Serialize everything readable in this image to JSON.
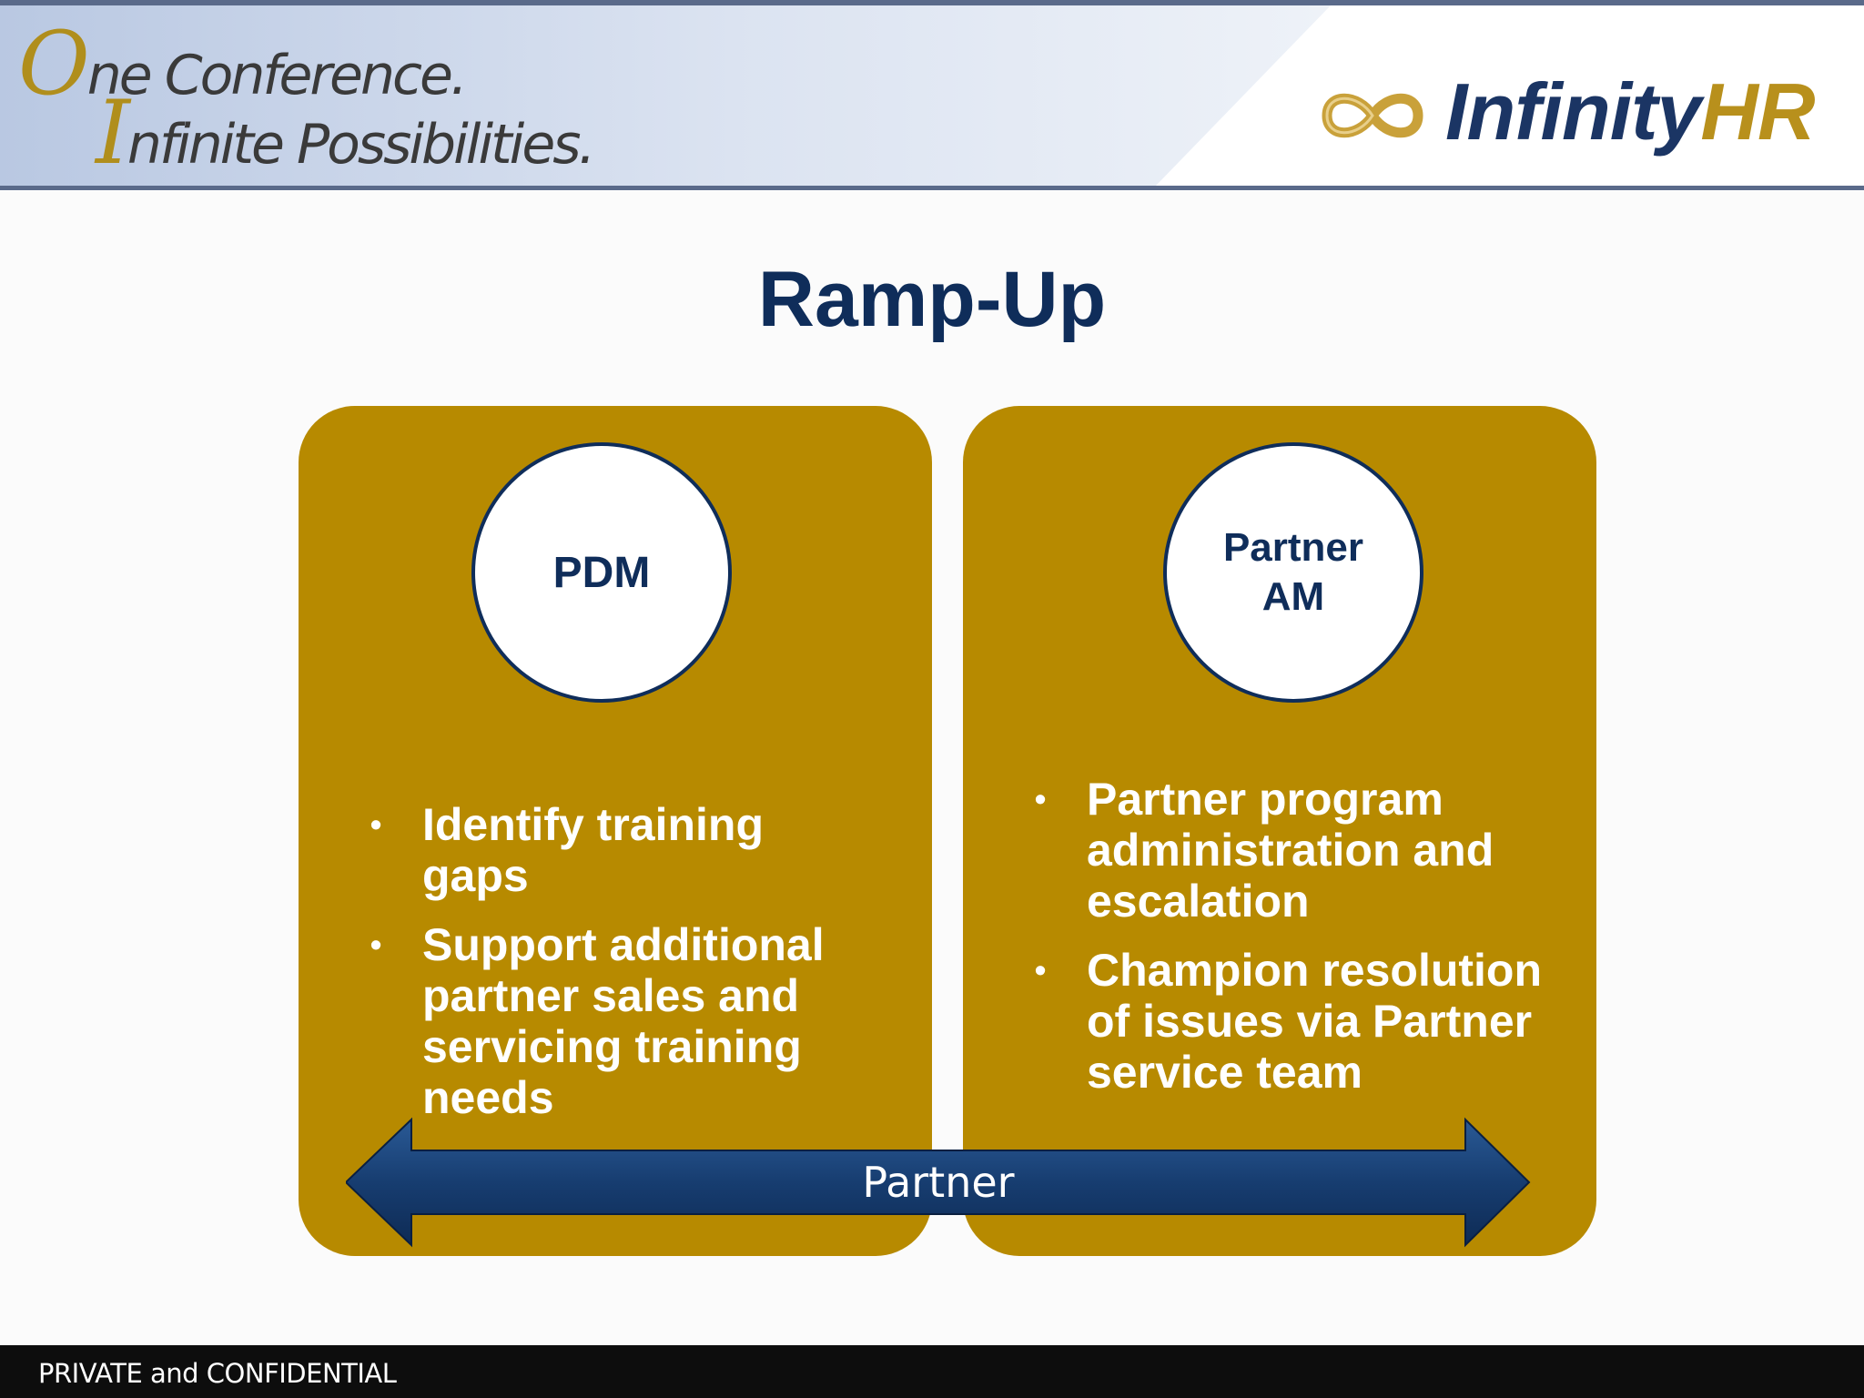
{
  "header": {
    "tagline": {
      "line1_cap": "O",
      "line1_rest": "ne Conference.",
      "line2_cap": "I",
      "line2_rest": "nfinite Possibilities."
    },
    "logo": {
      "icon": "infinity-icon",
      "text_part1": "Infinity",
      "text_part2": "HR"
    }
  },
  "slide": {
    "title": "Ramp-Up",
    "panels": [
      {
        "role": "PDM",
        "bullets": [
          "Identify training gaps",
          "Support additional partner sales and servicing training needs"
        ]
      },
      {
        "role_line1": "Partner",
        "role_line2": "AM",
        "bullets": [
          "Partner program administration and escalation",
          "Champion resolution of issues via Partner service team"
        ]
      }
    ],
    "arrow_label": "Partner"
  },
  "footer": {
    "text": "PRIVATE and CONFIDENTIAL"
  },
  "colors": {
    "navy": "#0f2d5a",
    "gold": "#b78a00",
    "logo_gold": "#b8901c",
    "footer": "#0d0d0d"
  }
}
